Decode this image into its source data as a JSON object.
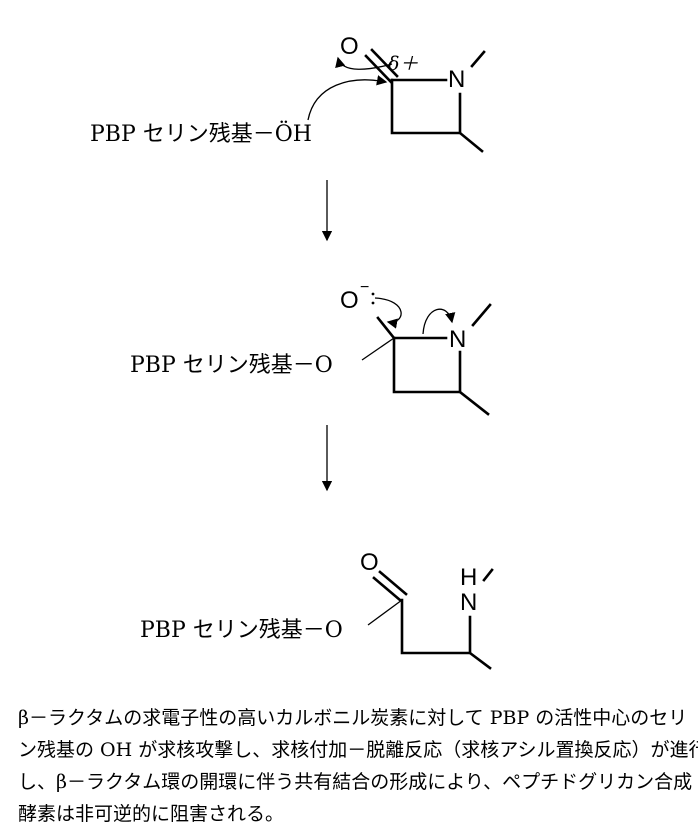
{
  "step1": {
    "label": "PBP セリン残基－ÖH",
    "oxygen": "O",
    "nitrogen": "N",
    "partial_charge": "δ＋"
  },
  "step2": {
    "label": "PBP セリン残基－O",
    "oxygen": "O",
    "charge": "−",
    "nitrogen": "N"
  },
  "step3": {
    "label": "PBP セリン残基－O",
    "oxygen": "O",
    "nitrogen": "N",
    "hydrogen": "H"
  },
  "caption": {
    "lines": [
      "β－ラクタムの求電子性の高いカルボニル炭素に対して PBP の活性中心のセリ",
      "ン残基の OH が求核攻撃し、求核付加－脱離反応（求核アシル置換反応）が進行",
      "し、β－ラクタム環の開環に伴う共有結合の形成により、ペプチドグリカン合成",
      "酵素は非可逆的に阻害される。"
    ]
  }
}
